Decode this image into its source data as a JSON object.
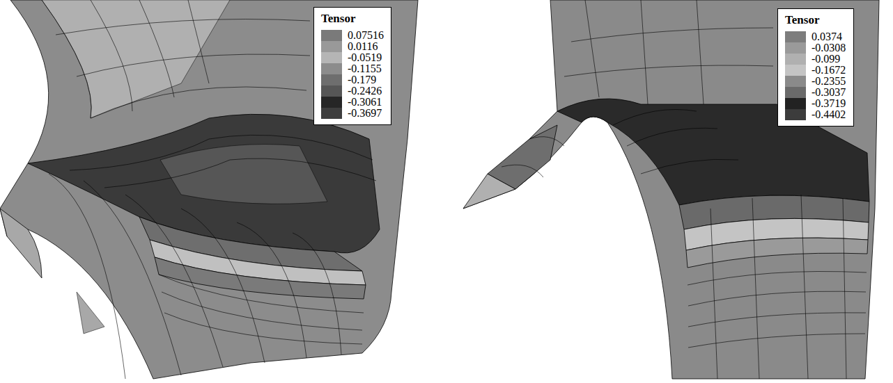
{
  "diagram": {
    "nodes": [
      {
        "text": [
          "Tensor"
        ]
      },
      {
        "text": [
          "Tensor"
        ]
      }
    ],
    "legend": [
      {
        "text": "0.07516",
        "color": "#7a7a7a"
      },
      {
        "text": "0.0116",
        "color": "#999999"
      },
      {
        "text": "-0.0519",
        "color": "#b5b5b5"
      },
      {
        "text": "-0.1155",
        "color": "#8c8c8c"
      },
      {
        "text": "-0.179",
        "color": "#6e6e6e"
      },
      {
        "text": "-0.2426",
        "color": "#565656"
      },
      {
        "text": "-0.3061",
        "color": "#262626"
      },
      {
        "text": "-0.3697",
        "color": "#3e3e3e"
      },
      {
        "text": "0.0374",
        "color": "#7d7d7d"
      },
      {
        "text": "-0.0308",
        "color": "#9a9a9a"
      },
      {
        "text": "-0.099",
        "color": "#b0b0b0"
      },
      {
        "text": "-0.1672",
        "color": "#c4c4c4"
      },
      {
        "text": "-0.2355",
        "color": "#8a8a8a"
      },
      {
        "text": "-0.3037",
        "color": "#6a6a6a"
      },
      {
        "text": "-0.3719",
        "color": "#222222"
      },
      {
        "text": "-0.4402",
        "color": "#3c3c3c"
      }
    ]
  }
}
